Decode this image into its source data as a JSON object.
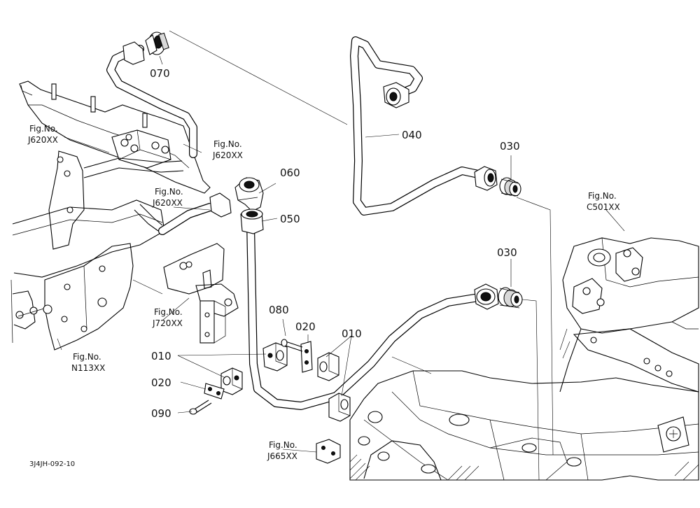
{
  "drawing_code": "3J4JH-092-10",
  "parts": {
    "p070": "070",
    "p060": "060",
    "p050": "050",
    "p040": "040",
    "p030a": "030",
    "p030b": "030",
    "p080": "080",
    "p020a": "020",
    "p010a": "010",
    "p010b": "010",
    "p020b": "020",
    "p090": "090"
  },
  "fig_refs": {
    "j620_1": {
      "l1": "Fig.No.",
      "l2": "J620XX"
    },
    "j620_2": {
      "l1": "Fig.No.",
      "l2": "J620XX"
    },
    "j620_3": {
      "l1": "Fig.No.",
      "l2": "J620XX"
    },
    "c501": {
      "l1": "Fig.No.",
      "l2": "C501XX"
    },
    "j720": {
      "l1": "Fig.No.",
      "l2": "J720XX"
    },
    "n113": {
      "l1": "Fig.No.",
      "l2": "N113XX"
    },
    "j665": {
      "l1": "Fig.No.",
      "l2": "J665XX"
    }
  }
}
